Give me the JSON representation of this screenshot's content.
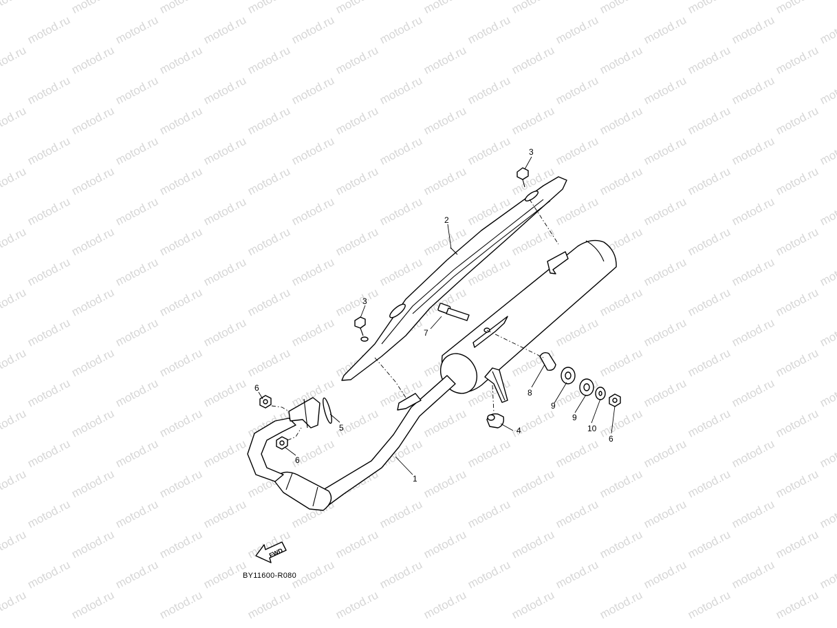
{
  "watermark": {
    "text": "motod.ru",
    "color": "#d6d6d6"
  },
  "diagram": {
    "part_code": "BY11600-R080",
    "fwd_label": "FWD",
    "callouts": [
      {
        "id": "c1",
        "label": "1"
      },
      {
        "id": "c2",
        "label": "2"
      },
      {
        "id": "c3a",
        "label": "3"
      },
      {
        "id": "c3b",
        "label": "3"
      },
      {
        "id": "c4",
        "label": "4"
      },
      {
        "id": "c5",
        "label": "5"
      },
      {
        "id": "c6a",
        "label": "6"
      },
      {
        "id": "c6b",
        "label": "6"
      },
      {
        "id": "c6c",
        "label": "6"
      },
      {
        "id": "c7",
        "label": "7"
      },
      {
        "id": "c8",
        "label": "8"
      },
      {
        "id": "c9a",
        "label": "9"
      },
      {
        "id": "c9b",
        "label": "9"
      },
      {
        "id": "c10",
        "label": "10"
      }
    ]
  }
}
